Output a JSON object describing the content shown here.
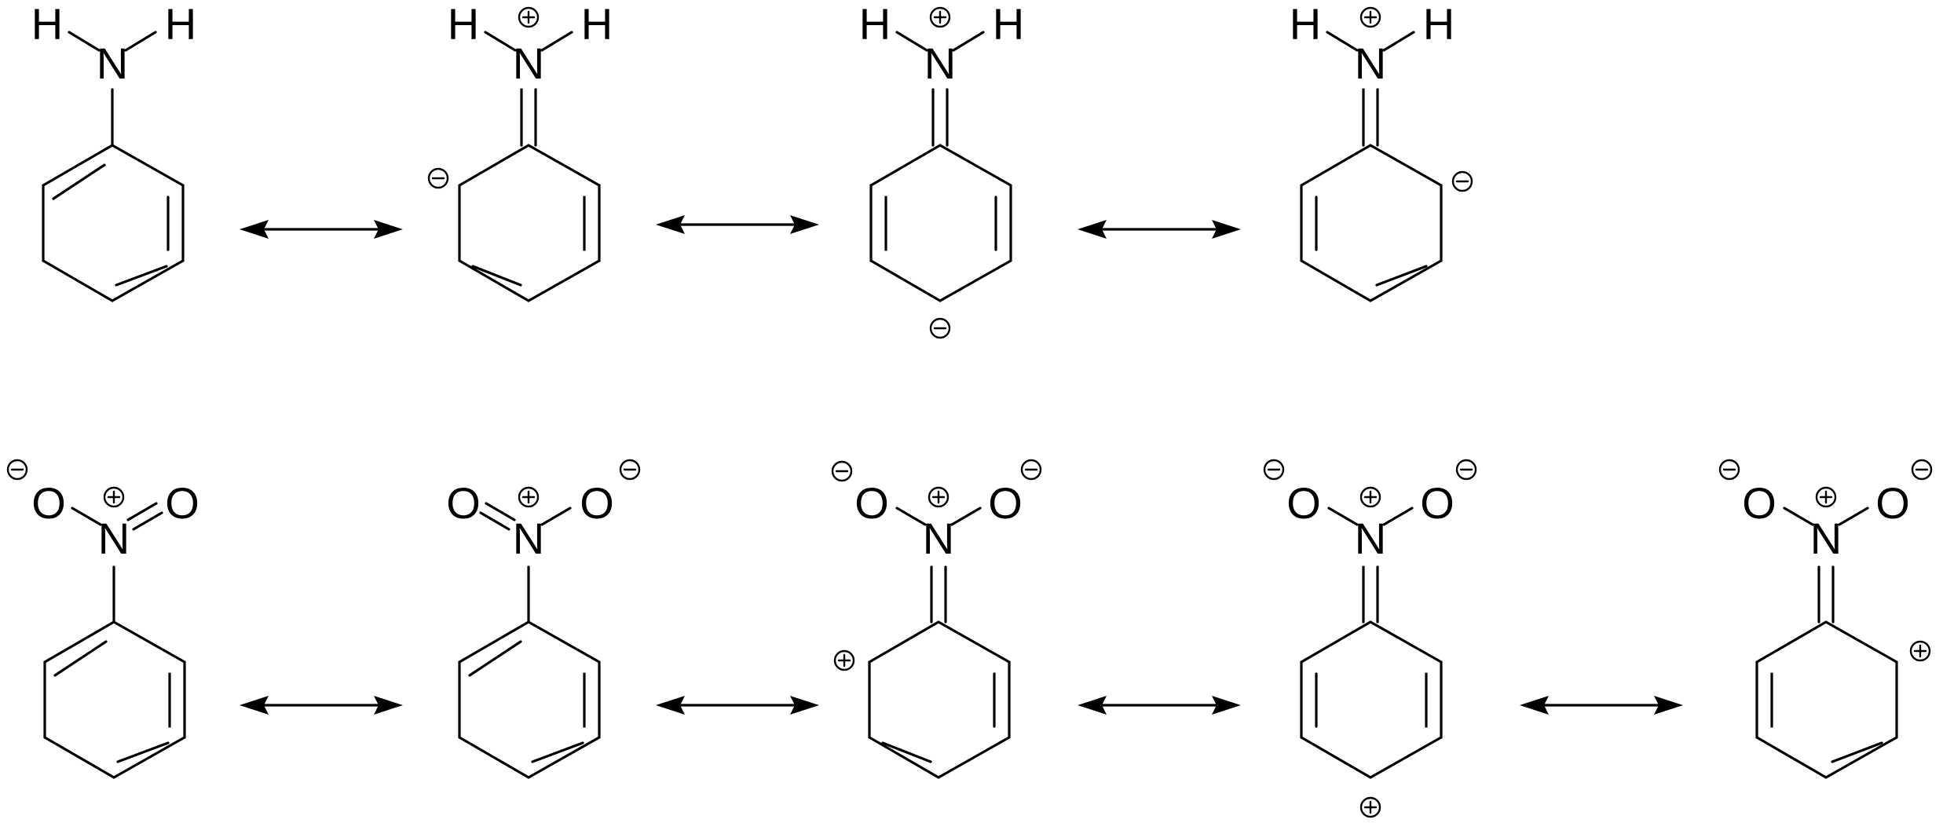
{
  "atoms": {
    "nitrogen": "N",
    "hydrogen": "H",
    "oxygen": "O"
  },
  "charges": {
    "positive": "+",
    "negative": "−"
  },
  "rows": [
    {
      "substituent": "amino",
      "structures": [
        {
          "label": "aniline neutral",
          "ring_double_bonds": "aromatic",
          "exocyclic": "single",
          "ring_charge": null
        },
        {
          "label": "ortho-left carbanion",
          "ring_double_bonds": "right",
          "exocyclic": "double",
          "ring_charge": "ortho-left"
        },
        {
          "label": "para carbanion",
          "ring_double_bonds": "sides",
          "exocyclic": "double",
          "ring_charge": "para"
        },
        {
          "label": "ortho-right carbanion",
          "ring_double_bonds": "left",
          "exocyclic": "double",
          "ring_charge": "ortho-right"
        }
      ]
    },
    {
      "substituent": "nitro",
      "structures": [
        {
          "label": "nitrobenzene N=O right",
          "ring_double_bonds": "aromatic",
          "exocyclic": "single",
          "ring_charge": null
        },
        {
          "label": "nitrobenzene N=O left",
          "ring_double_bonds": "aromatic",
          "exocyclic": "single",
          "ring_charge": null
        },
        {
          "label": "ortho-left carbocation",
          "ring_double_bonds": "right",
          "exocyclic": "double",
          "ring_charge": "ortho-left"
        },
        {
          "label": "para carbocation",
          "ring_double_bonds": "sides",
          "exocyclic": "double",
          "ring_charge": "para"
        },
        {
          "label": "ortho-right carbocation",
          "ring_double_bonds": "left",
          "exocyclic": "double",
          "ring_charge": "ortho-right"
        }
      ]
    }
  ],
  "arrow_type": "resonance double-headed arrow"
}
